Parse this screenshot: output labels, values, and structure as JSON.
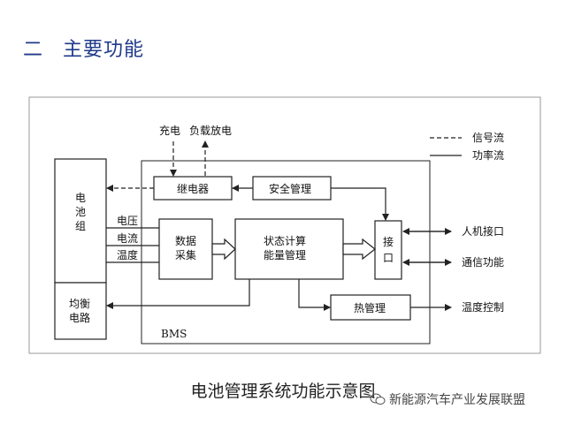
{
  "slide": {
    "number": "二",
    "title": "主要功能",
    "caption": "电池管理系统功能示意图",
    "watermark": "新能源汽车产业发展联盟",
    "watermark_icon": "wechat-icon"
  },
  "diagram": {
    "legend": {
      "signal": "信号流",
      "power": "功率流"
    },
    "top_inputs": {
      "charge": "充电",
      "discharge": "负载放电"
    },
    "blocks": {
      "battery_line1": "电",
      "battery_line2": "池",
      "battery_line3": "组",
      "balance_line1": "均衡",
      "balance_line2": "电路",
      "relay": "继电器",
      "safety": "安全管理",
      "acq_line1": "数据",
      "acq_line2": "采集",
      "calc_line1": "状态计算",
      "calc_line2": "能量管理",
      "iface_line1": "接",
      "iface_line2": "口",
      "thermal": "热管理",
      "bms": "BMS"
    },
    "signals": {
      "voltage": "电压",
      "current": "电流",
      "temperature": "温度"
    },
    "outputs": {
      "hmi": "人机接口",
      "comm": "通信功能",
      "temp_ctrl": "温度控制"
    },
    "colors": {
      "title": "#1f3a8a",
      "line": "#222222"
    }
  }
}
